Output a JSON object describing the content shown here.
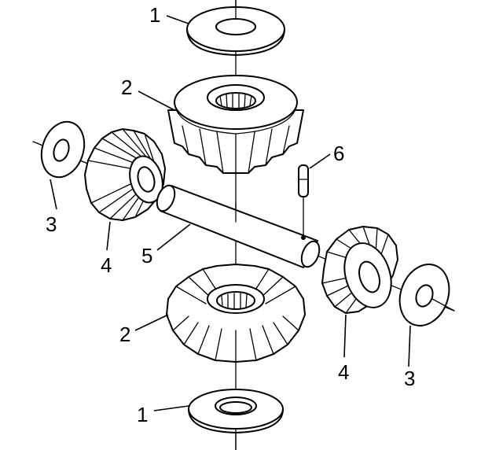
{
  "callouts": {
    "washer_top": "1",
    "washer_bottom": "1",
    "side_gear_top": "2",
    "side_gear_bottom": "2",
    "thrust_washer_left": "3",
    "thrust_washer_right": "3",
    "pinion_gear_left": "4",
    "pinion_gear_right": "4",
    "pinion_shaft": "5",
    "lock_pin": "6"
  },
  "colors": {
    "ink": "#000000",
    "paper": "#ffffff"
  }
}
